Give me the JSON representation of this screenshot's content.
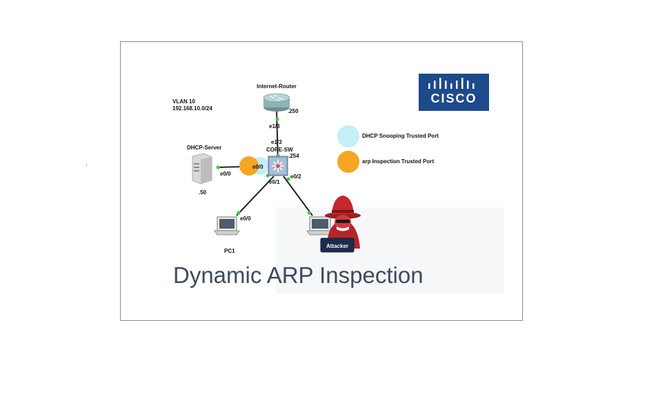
{
  "title": "Dynamic ARP Inspection",
  "brand": {
    "logo_text": "CISCO",
    "color": "#1d4a8a"
  },
  "network": {
    "vlan": "VLAN 10",
    "subnet": "192.168.10.0/24"
  },
  "devices": {
    "router": {
      "name": "Internet-Router",
      "ip_suffix": ".250",
      "port": "e1/3"
    },
    "switch": {
      "name": "CORE-SW",
      "ip_suffix": ".254",
      "port_up": "e1/3",
      "port_server": "e0/0",
      "port_pc": "e0/1",
      "port_attacker": "e0/2"
    },
    "server": {
      "name": "DHCP-Server",
      "ip_suffix": ".50",
      "port": "e0/0"
    },
    "pc1": {
      "name": "PC1",
      "port": "e0/0"
    },
    "attacker": {
      "name": "Attacker"
    }
  },
  "legend": {
    "dhcp_trusted": {
      "label": "DHCP Snooping Trusted Port",
      "color": "#c6eef6"
    },
    "arp_trusted": {
      "label": "arp Inspection Trusted Port",
      "color": "#f5a623"
    }
  },
  "colors": {
    "link_dot": "#3fd13f",
    "title": "#3d4b5e"
  }
}
